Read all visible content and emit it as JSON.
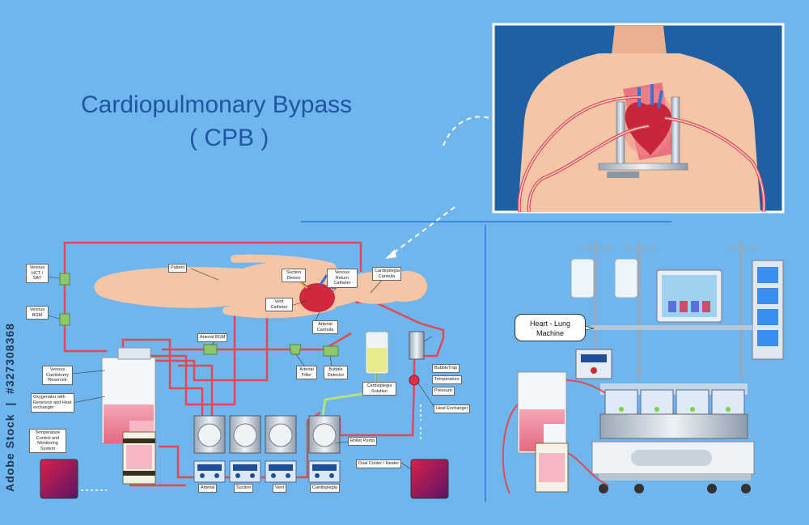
{
  "title": "Cardiopulmonary Bypass",
  "subtitle": "( CPB )",
  "callout": "Heart - Lung Machine",
  "sidebar": {
    "site": "Adobe Stock",
    "id": "#327308368"
  },
  "labels": {
    "venous_hct_sat": "Venous HCT / SAT",
    "venous_bgm": "Venous BGM",
    "patient": "Patient",
    "suction_device": "Suction Device",
    "venous_return_catheter": "Venous Return Catheter",
    "cardioplegia_cannula": "Cardioplegia Cannula",
    "vent_catheter": "Vent Catheter",
    "arterial_cannula": "Arterial Cannula",
    "arterial_bgm": "Arterial BGM",
    "arterial_filter": "Arterial Filter",
    "bubble_detector": "Bubble Detector",
    "cardioplegia_solution": "Cardioplegia Solution",
    "bubble_trap": "BubbleTrap",
    "temperature": "Temperature",
    "pressure": "Pressure",
    "heat_exchanger": "Heat Exchanger",
    "venous_cardiotomy_reservoir": "Venous Cardiotomy Reservoir",
    "oxygenator": "Oxygenator with Reservoir and Heat exchanger",
    "temperature_control": "Temperature Control and Monitoring System",
    "roller_pump": "Roller Pump",
    "dual_cooler_heater": "Dual Cooler / Heater",
    "pump_arterial": "Arterial",
    "pump_suction": "Suction",
    "pump_vent": "Vent",
    "pump_cardioplegia": "Cardioplegia"
  },
  "colors": {
    "background": "#6fb6ef",
    "tube": "#e04a52",
    "title": "#1e56a0",
    "skin": "#f5c6a5",
    "inset_bg": "#1f5fa3"
  }
}
